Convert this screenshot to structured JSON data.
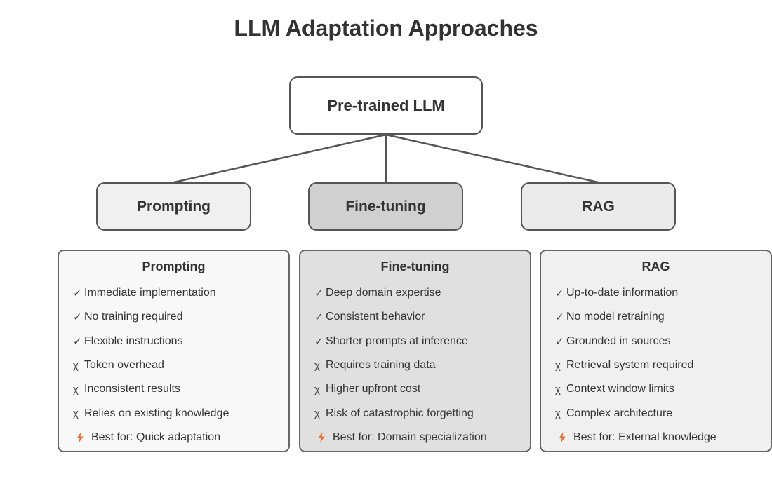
{
  "title": "LLM Adaptation Approaches",
  "root": {
    "label": "Pre-trained LLM"
  },
  "approaches": [
    {
      "label": "Prompting"
    },
    {
      "label": "Fine-tuning"
    },
    {
      "label": "RAG"
    }
  ],
  "icons": {
    "pro": "✓",
    "con": "χ",
    "best": "lightning-bolt"
  },
  "colors": {
    "bolt": "#f26b2a",
    "line": "#555555"
  },
  "cards": [
    {
      "title": "Prompting",
      "pros": [
        "Immediate implementation",
        "No training required",
        "Flexible instructions"
      ],
      "cons": [
        "Token overhead",
        "Inconsistent results",
        "Relies on existing knowledge"
      ],
      "best_for": "Best for: Quick adaptation"
    },
    {
      "title": "Fine-tuning",
      "pros": [
        "Deep domain expertise",
        "Consistent behavior",
        "Shorter prompts at inference"
      ],
      "cons": [
        "Requires training data",
        "Higher upfront cost",
        "Risk of catastrophic forgetting"
      ],
      "best_for": "Best for: Domain specialization"
    },
    {
      "title": "RAG",
      "pros": [
        "Up-to-date information",
        "No model retraining",
        "Grounded in sources"
      ],
      "cons": [
        "Retrieval system required",
        "Context window limits",
        "Complex architecture"
      ],
      "best_for": "Best for: External knowledge"
    }
  ]
}
